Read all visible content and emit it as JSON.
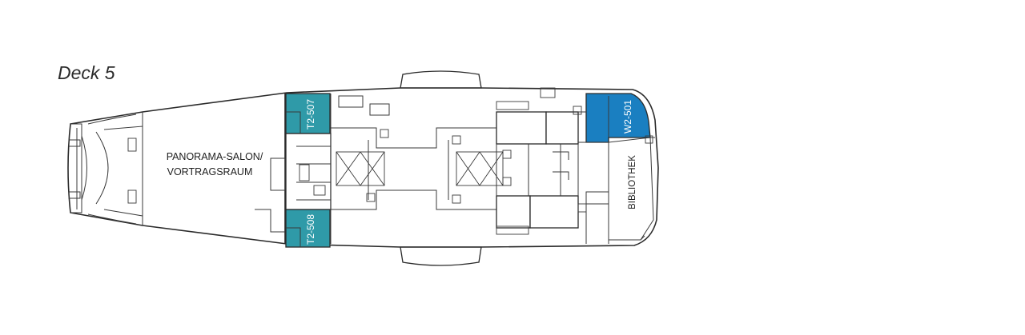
{
  "deck": {
    "title": "Deck 5"
  },
  "areas": {
    "panorama_line1": "PANORAMA-SALON/",
    "panorama_line2": "VORTRAGSRAUM",
    "library": "BIBLIOTHEK"
  },
  "cabins": [
    {
      "id": "T2-507",
      "color": "#2f9aa8"
    },
    {
      "id": "T2-508",
      "color": "#2f9aa8"
    },
    {
      "id": "W2-501",
      "color": "#1a7fc1"
    }
  ],
  "colors": {
    "ink": "#2a2a2a",
    "background": "#ffffff"
  }
}
